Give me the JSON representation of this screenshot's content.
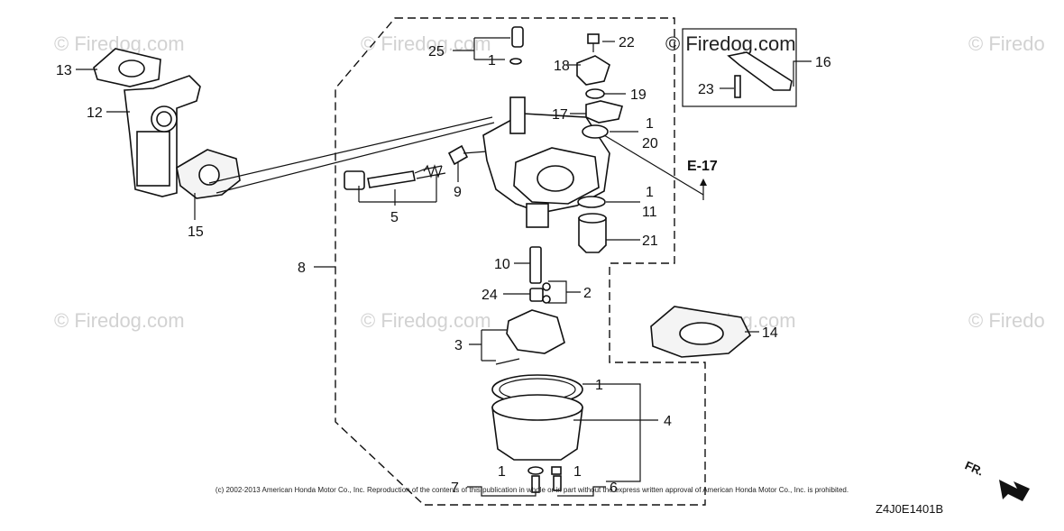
{
  "watermarks": [
    "© Firedog.com",
    "© Firedog.com",
    "© Firedog.com",
    "© Firedo",
    "© Firedog.com",
    "© Firedog.com",
    "© Firedog.com",
    "© Firedo"
  ],
  "watermark_dark": "© Firedog.com",
  "callouts": {
    "c13": "13",
    "c12": "12",
    "c15": "15",
    "c5": "5",
    "c9": "9",
    "c25": "25",
    "c1_top": "1",
    "c22": "22",
    "c18": "18",
    "c19": "19",
    "c17": "17",
    "c1_mid": "1",
    "c20": "20",
    "c16": "16",
    "c23": "23",
    "c1_ring": "1",
    "c11": "11",
    "c21": "21",
    "c8": "8",
    "c10": "10",
    "c2": "2",
    "c24": "24",
    "c3": "3",
    "c14": "14",
    "c1_bowl": "1",
    "c4": "4",
    "c7": "7",
    "c1_drain_l": "1",
    "c1_drain_r": "1",
    "c6": "6"
  },
  "reference": "E-17",
  "direction": "FR.",
  "copyright": "(c) 2002-2013 American Honda Motor Co., Inc. Reproduction of the contents of this publication in whole or in part without the express written approval of American Honda Motor Co., Inc. is prohibited.",
  "diagram_code": "Z4J0E1401B"
}
